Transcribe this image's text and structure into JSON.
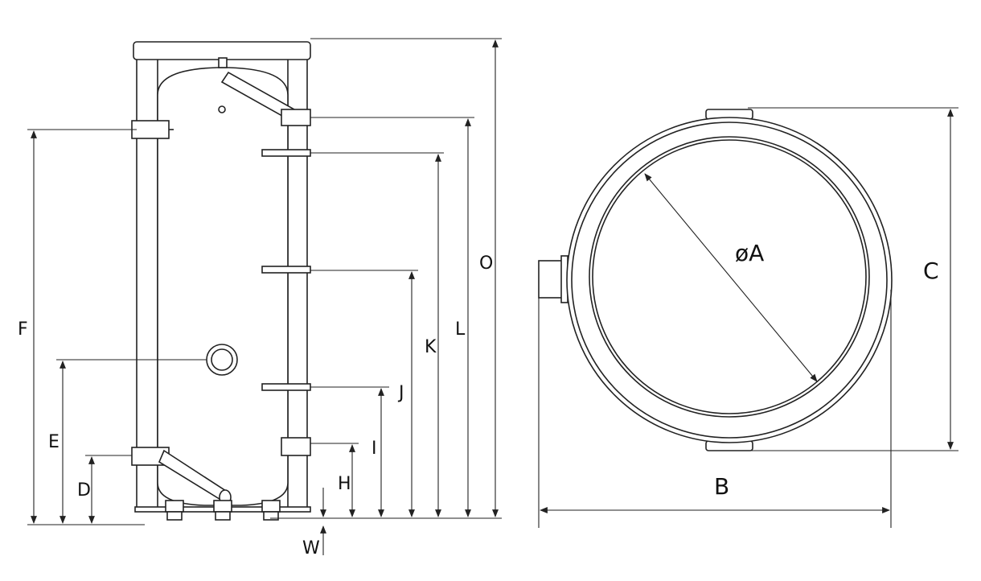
{
  "labels": {
    "O": "O",
    "L": "L",
    "K": "K",
    "J": "J",
    "I": "I",
    "H": "H",
    "W": "W",
    "F": "F",
    "E": "E",
    "D": "D",
    "A": "øA",
    "B": "B",
    "C": "C"
  },
  "colors": {
    "line": "#222222",
    "fill": "#ffffff",
    "light": "#cccccc"
  }
}
